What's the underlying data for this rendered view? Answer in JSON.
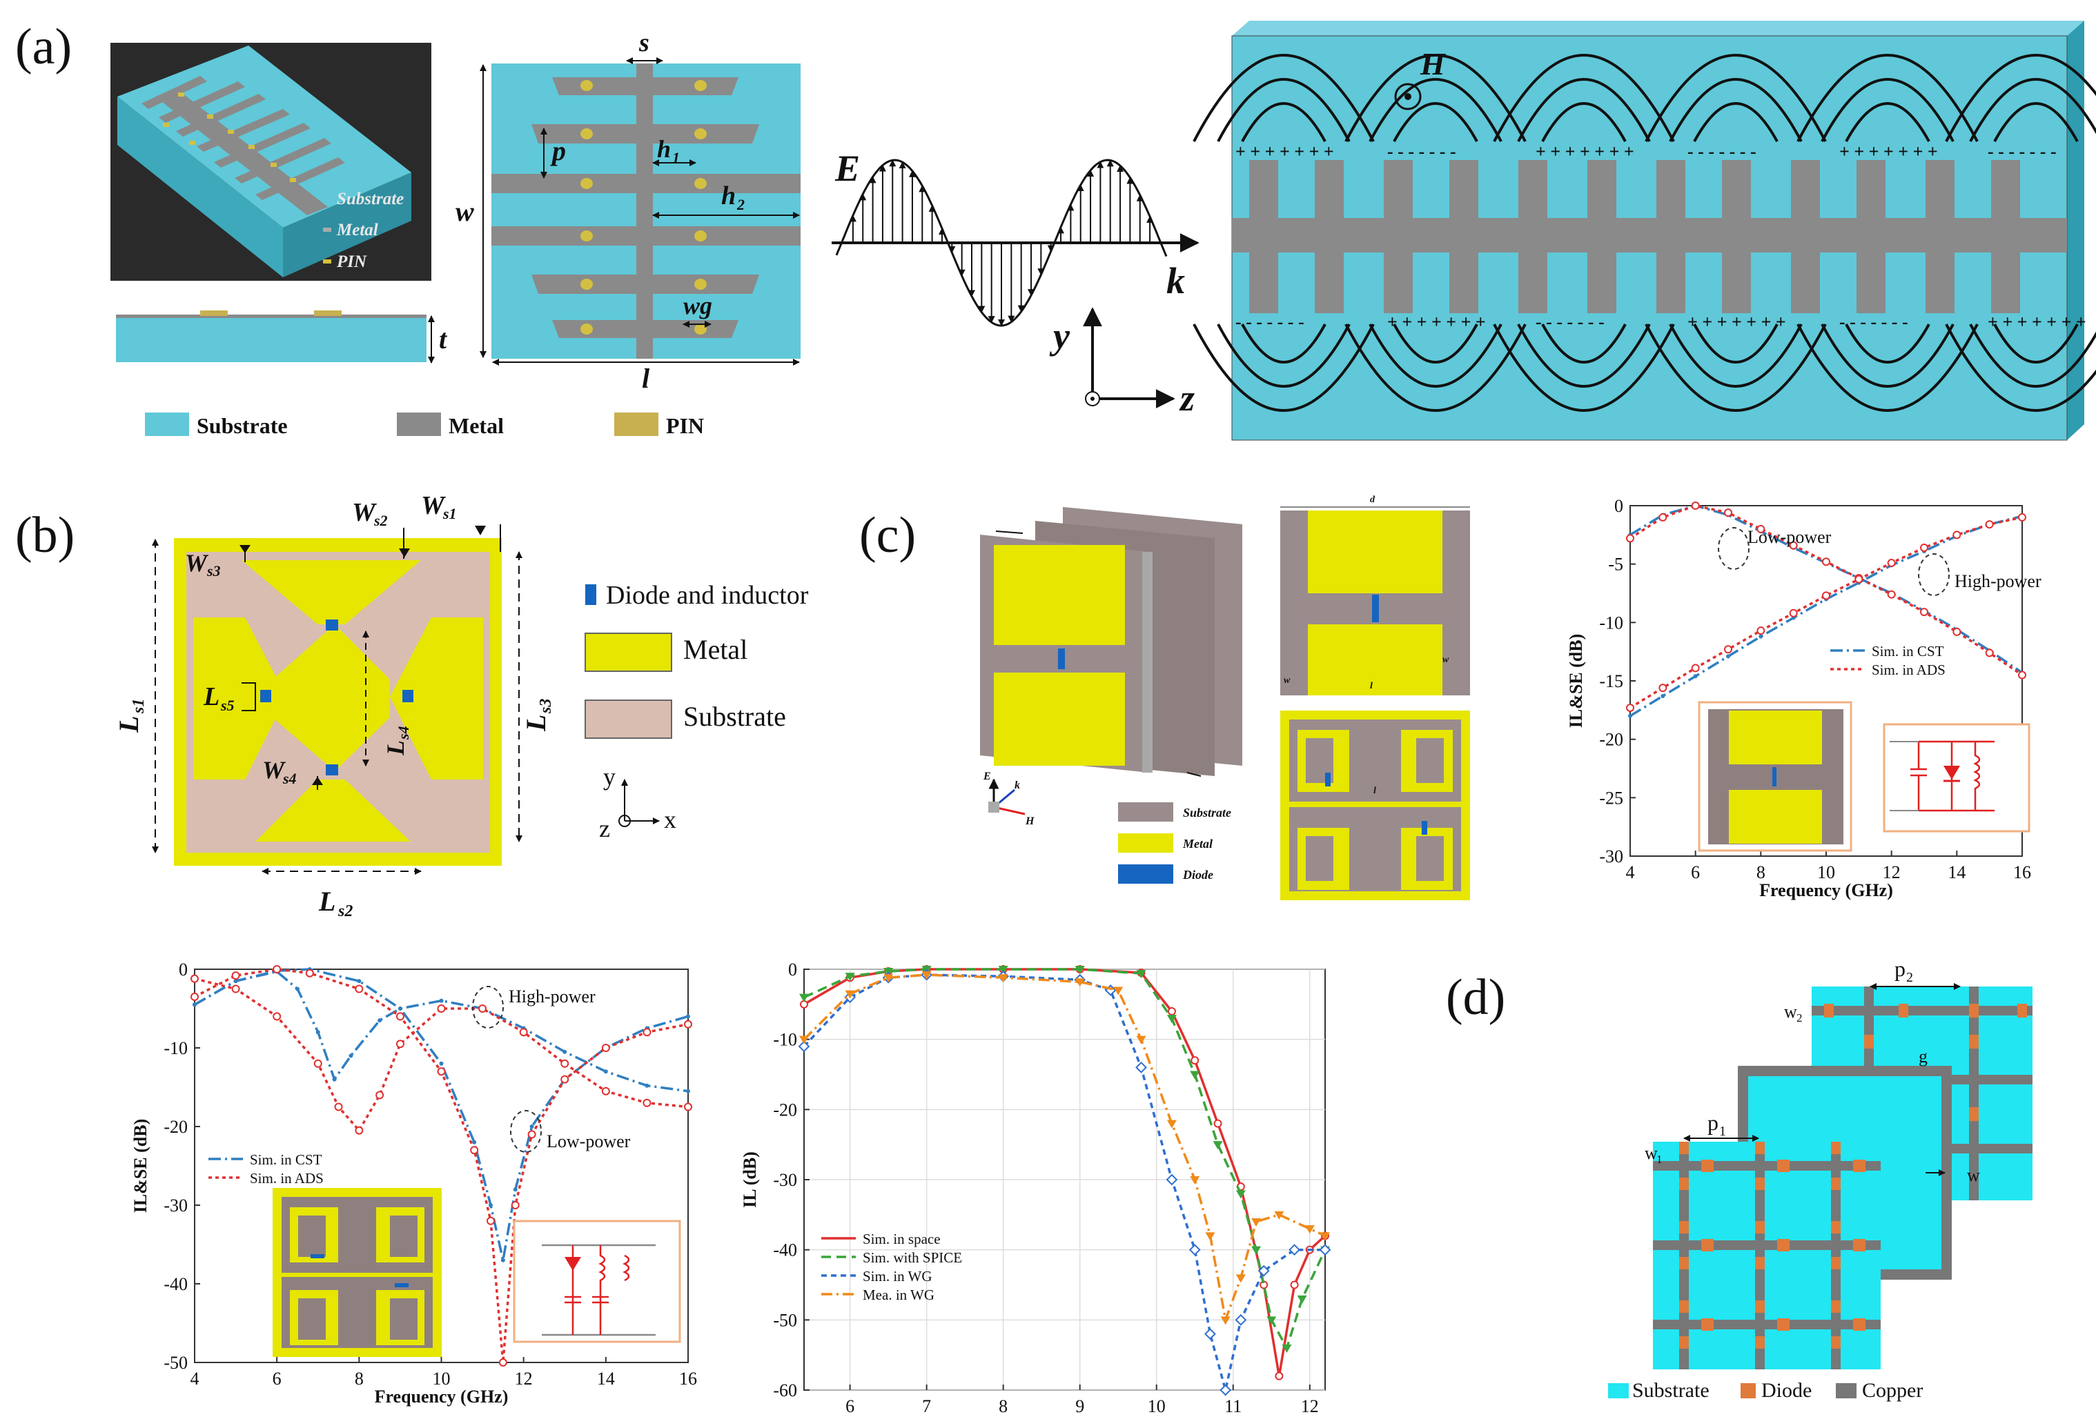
{
  "colors": {
    "substrate_cyan": "#5bc7d8",
    "metal_gray": "#8a8a8a",
    "pin_gold": "#c8b050",
    "metal_yellow": "#e6e600",
    "substrate_tan": "#d9bdb0",
    "diode_blue": "#1565c0",
    "cst_blue": "#2f7fc1",
    "ads_red": "#e03030",
    "sim_space_red": "#e03030",
    "spice_green": "#3aa53a",
    "wg_blue": "#2f6fd0",
    "mea_orange": "#f08a1a",
    "d_cyan": "#22e6f2",
    "d_diode": "#e07a3a",
    "d_copper": "#777777"
  },
  "panels": {
    "a": {
      "label": "(a)",
      "view3d_legend": [
        "Substrate",
        "Metal",
        "PIN"
      ],
      "dims": {
        "s": "s",
        "p": "p",
        "h1": "h",
        "h1_sub": "1",
        "h2": "h",
        "h2_sub": "2",
        "w": "w",
        "wg": "wg",
        "l": "l",
        "t": "t"
      },
      "legend": [
        "Substrate",
        "Metal",
        "PIN"
      ],
      "wave": {
        "E": "E",
        "k": "k",
        "y": "y",
        "z": "z",
        "H": "H"
      }
    },
    "b": {
      "label": "(b)",
      "dims": {
        "Ws2": "W",
        "Ws2_sub": "s2",
        "Ws1": "W",
        "Ws1_sub": "s1",
        "Ws3": "W",
        "Ws3_sub": "s3",
        "Ls1": "L",
        "Ls1_sub": "s1",
        "Ls5": "L",
        "Ls5_sub": "s5",
        "Ls4": "L",
        "Ls4_sub": "s4",
        "Ws4": "W",
        "Ws4_sub": "s4",
        "Ls3": "L",
        "Ls3_sub": "s3",
        "Ls2": "L",
        "Ls2_sub": "s2"
      },
      "legend": [
        "Diode and inductor",
        "Metal",
        "Substrate"
      ],
      "axes": {
        "y": "y",
        "z": "z",
        "x": "x"
      }
    },
    "c": {
      "label": "(c)",
      "legend": [
        "Substrate",
        "Metal",
        "Diode"
      ],
      "axis_glyphs": {
        "E": "E",
        "k": "k",
        "H": "H"
      },
      "dims": {
        "d": "d",
        "w2": "w",
        "w1": "w",
        "l1": "l",
        "l2": "l"
      }
    },
    "d": {
      "label": "(d)",
      "dims": {
        "p2": "p",
        "p2_sub": "2",
        "w2": "w",
        "w2_sub": "2",
        "g": "g",
        "p1": "p",
        "p1_sub": "1",
        "w1": "w",
        "w1_sub": "1",
        "w": "w"
      },
      "legend": [
        "Substrate",
        "Diode",
        "Copper"
      ]
    }
  },
  "chart_data": [
    {
      "id": "c_chart",
      "type": "line",
      "title": "",
      "xlabel": "Frequency (GHz)",
      "ylabel": "IL&SE (dB)",
      "xlim": [
        4,
        16
      ],
      "ylim": [
        -30,
        0
      ],
      "xticks": [
        4,
        6,
        8,
        10,
        12,
        14,
        16
      ],
      "yticks": [
        0,
        -5,
        -10,
        -15,
        -20,
        -25,
        -30
      ],
      "grid": false,
      "legend_position": "middle-right",
      "annotations": [
        "Low-power",
        "High-power"
      ],
      "series": [
        {
          "name": "Sim. in CST",
          "color": "#2f7fc1",
          "style": "dash-dot",
          "x": [
            4,
            5,
            6,
            7,
            8,
            9,
            10,
            11,
            12,
            13,
            14,
            15,
            16
          ],
          "y": [
            -2.5,
            -0.8,
            0,
            -0.8,
            -2.2,
            -3.6,
            -4.9,
            -6.2,
            -7.5,
            -9.0,
            -10.6,
            -12.4,
            -14.3
          ]
        },
        {
          "name": "Sim. in ADS",
          "color": "#e03030",
          "style": "dot-circle",
          "x": [
            4,
            5,
            6,
            7,
            8,
            9,
            10,
            11,
            12,
            13,
            14,
            15,
            16
          ],
          "y": [
            -2.8,
            -1.0,
            0,
            -0.6,
            -2.0,
            -3.4,
            -4.8,
            -6.2,
            -7.6,
            -9.1,
            -10.8,
            -12.6,
            -14.5
          ]
        },
        {
          "name": "",
          "color": "#2f7fc1",
          "style": "dash-dot",
          "x": [
            4,
            5,
            6,
            7,
            8,
            9,
            10,
            11,
            12,
            13,
            14,
            15,
            16
          ],
          "y": [
            -18.0,
            -16.3,
            -14.6,
            -12.9,
            -11.2,
            -9.6,
            -8.0,
            -6.6,
            -5.1,
            -3.9,
            -2.6,
            -1.6,
            -0.9
          ]
        },
        {
          "name": "",
          "color": "#e03030",
          "style": "dot-circle",
          "x": [
            4,
            5,
            6,
            7,
            8,
            9,
            10,
            11,
            12,
            13,
            14,
            15,
            16
          ],
          "y": [
            -17.3,
            -15.6,
            -13.9,
            -12.3,
            -10.7,
            -9.2,
            -7.7,
            -6.3,
            -4.9,
            -3.6,
            -2.5,
            -1.6,
            -1.0
          ]
        }
      ]
    },
    {
      "id": "bl_chart",
      "type": "line",
      "title": "",
      "xlabel": "Frequency (GHz)",
      "ylabel": "IL&SE (dB)",
      "xlim": [
        4,
        16
      ],
      "ylim": [
        -50,
        0
      ],
      "xticks": [
        4,
        6,
        8,
        10,
        12,
        14,
        16
      ],
      "yticks": [
        0,
        -10,
        -20,
        -30,
        -40,
        -50
      ],
      "grid": false,
      "legend_position": "middle-left",
      "annotations": [
        "High-power",
        "Low-power"
      ],
      "series": [
        {
          "name": "Sim. in CST",
          "color": "#2f7fc1",
          "style": "dash-dot",
          "x": [
            4,
            5,
            6,
            6.5,
            7,
            7.4,
            7.8,
            8.5,
            9,
            10,
            11,
            12,
            13,
            14,
            15,
            16
          ],
          "y": [
            -4.5,
            -1.5,
            -0.3,
            -2.5,
            -8,
            -14,
            -11,
            -6.5,
            -5,
            -4,
            -5,
            -7.5,
            -10.5,
            -13,
            -14.8,
            -15.5
          ]
        },
        {
          "name": "Sim. in ADS",
          "color": "#e03030",
          "style": "dot-circle",
          "x": [
            4,
            5,
            6,
            7,
            7.5,
            8,
            8.5,
            9,
            10,
            11,
            12,
            13,
            14,
            15,
            16
          ],
          "y": [
            -1.2,
            -2.5,
            -6,
            -12,
            -17.5,
            -20.5,
            -16,
            -9.5,
            -5,
            -5,
            -8,
            -12,
            -15.5,
            -17,
            -17.5
          ]
        },
        {
          "name": "",
          "color": "#2f7fc1",
          "style": "dash-dot",
          "x": [
            4,
            5,
            6,
            6.8,
            8,
            9,
            10,
            10.8,
            11.2,
            11.5,
            11.8,
            12.2,
            13,
            14,
            15,
            16
          ],
          "y": [
            -4.5,
            -1.5,
            -0.2,
            0,
            -1.5,
            -5,
            -12,
            -22,
            -30,
            -37,
            -28,
            -20,
            -14,
            -10,
            -7.5,
            -6
          ]
        },
        {
          "name": "",
          "color": "#e03030",
          "style": "dot-circle",
          "x": [
            4,
            5,
            6,
            6.8,
            8,
            9,
            10,
            10.8,
            11.2,
            11.5,
            11.8,
            12.2,
            13,
            14,
            15,
            16
          ],
          "y": [
            -3.5,
            -0.8,
            0,
            -0.5,
            -2.5,
            -6,
            -13,
            -23,
            -32,
            -50,
            -30,
            -21,
            -14,
            -10,
            -8,
            -7
          ]
        }
      ]
    },
    {
      "id": "bm_chart",
      "type": "line",
      "title": "",
      "xlabel": "",
      "ylabel": "IL (dB)",
      "xlim": [
        5.4,
        12.2
      ],
      "ylim": [
        -60,
        0
      ],
      "xticks": [
        6,
        7,
        8,
        9,
        10,
        11,
        12
      ],
      "yticks": [
        0,
        -10,
        -20,
        -30,
        -40,
        -50,
        -60
      ],
      "grid": true,
      "legend_position": "bottom-left",
      "series": [
        {
          "name": "Sim. in space",
          "color": "#e03030",
          "style": "solid-circle",
          "x": [
            5.4,
            6,
            6.5,
            7,
            8,
            9,
            9.8,
            10.2,
            10.5,
            10.8,
            11.1,
            11.4,
            11.6,
            11.8,
            12.0,
            12.2
          ],
          "y": [
            -5,
            -1.2,
            -0.3,
            0,
            0,
            0,
            -0.5,
            -6,
            -13,
            -22,
            -31,
            -45,
            -58,
            -45,
            -40,
            -38
          ]
        },
        {
          "name": "Sim. with SPICE",
          "color": "#3aa53a",
          "style": "dash-triangle",
          "x": [
            5.4,
            6,
            6.5,
            7,
            8,
            9,
            9.8,
            10.2,
            10.5,
            10.8,
            11.1,
            11.3,
            11.5,
            11.7,
            11.9,
            12.2
          ],
          "y": [
            -4,
            -1,
            -0.3,
            0,
            0,
            0,
            -0.6,
            -7,
            -15,
            -25,
            -32,
            -40,
            -50,
            -54,
            -47,
            -40
          ]
        },
        {
          "name": "Sim. in WG",
          "color": "#2f6fd0",
          "style": "dash-diamond",
          "x": [
            5.4,
            6,
            6.5,
            7,
            8,
            9,
            9.4,
            9.8,
            10.2,
            10.5,
            10.7,
            10.9,
            11.1,
            11.4,
            11.8,
            12.2
          ],
          "y": [
            -11,
            -4,
            -1.2,
            -0.8,
            -1,
            -1.5,
            -3,
            -14,
            -30,
            -40,
            -52,
            -60,
            -50,
            -43,
            -40,
            -40
          ]
        },
        {
          "name": "Mea. in WG",
          "color": "#f08a1a",
          "style": "dashdot-triangle",
          "x": [
            5.4,
            6,
            6.5,
            7,
            8,
            9,
            9.5,
            9.8,
            10.2,
            10.5,
            10.7,
            10.9,
            11.1,
            11.3,
            11.6,
            12.0,
            12.2
          ],
          "y": [
            -10,
            -3.5,
            -1.2,
            -0.8,
            -1.2,
            -1.8,
            -3,
            -10,
            -22,
            -30,
            -38,
            -50,
            -44,
            -36,
            -35,
            -37,
            -38
          ]
        }
      ]
    }
  ]
}
